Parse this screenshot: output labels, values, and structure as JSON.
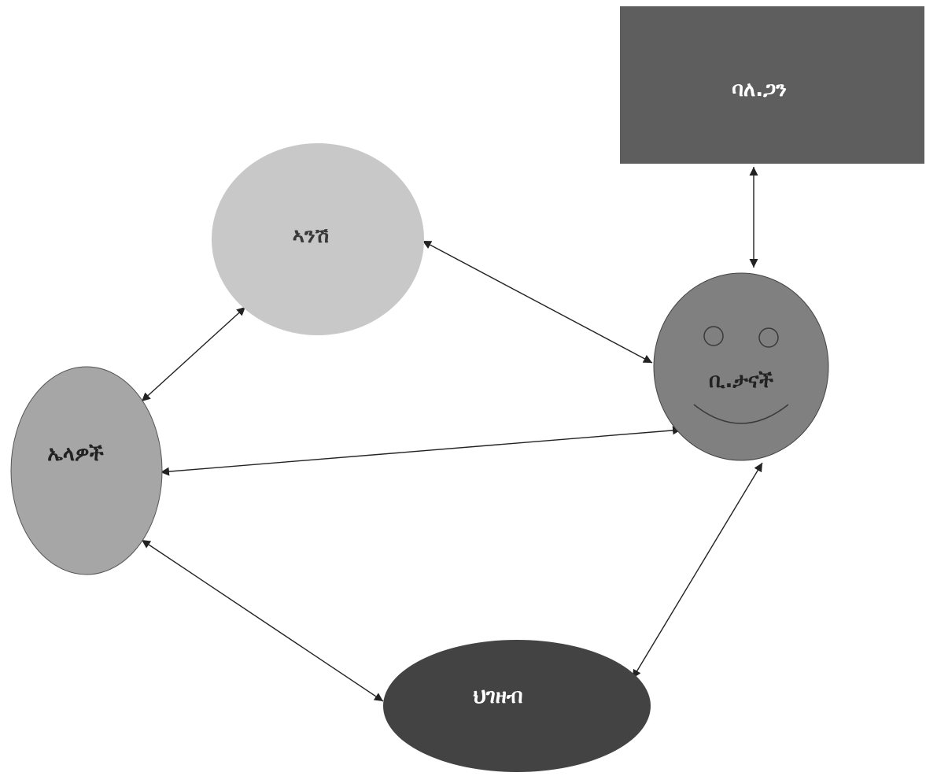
{
  "nodes": {
    "authority": {
      "label": "ባለ.ጋን",
      "fill": "#5e5e5e",
      "text_color": "#ffffff",
      "shape": "rectangle"
    },
    "you": {
      "label": "ኣንሽ",
      "fill": "#c8c8c8",
      "text_color": "#3a3a3a",
      "shape": "circle"
    },
    "others": {
      "label": "ኤላዎች",
      "fill": "#a6a6a6",
      "text_color": "#222222",
      "shape": "ellipse"
    },
    "families": {
      "label": "ቢ.ታናች",
      "fill": "#808080",
      "text_color": "#222222",
      "shape": "smiley-circle"
    },
    "public": {
      "label": "ህገዘብ",
      "fill": "#434343",
      "text_color": "#ffffff",
      "shape": "ellipse"
    }
  },
  "connections": [
    {
      "from": "authority",
      "to": "families",
      "direction": "both"
    },
    {
      "from": "you",
      "to": "families",
      "direction": "both"
    },
    {
      "from": "you",
      "to": "others",
      "direction": "both"
    },
    {
      "from": "others",
      "to": "families",
      "direction": "both"
    },
    {
      "from": "others",
      "to": "public",
      "direction": "both"
    },
    {
      "from": "families",
      "to": "public",
      "direction": "both"
    }
  ]
}
